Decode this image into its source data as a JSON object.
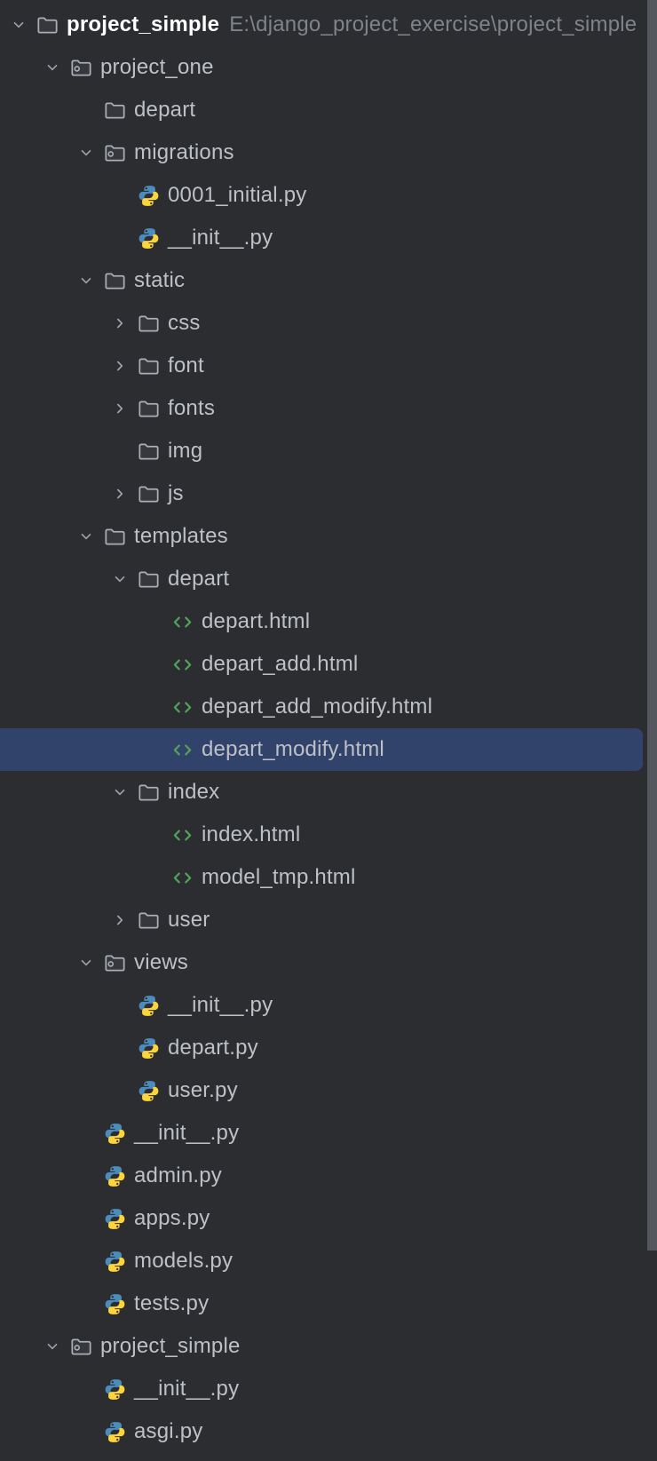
{
  "colors": {
    "background": "#2B2D31",
    "selection": "#32436B",
    "text": "#BDC0C5",
    "root_text": "#FFFFFF",
    "path_text": "#7F838A",
    "chevron": "#9DA1A8",
    "folder_stroke": "#A9ADB4",
    "folder_fill": "#36383D",
    "html_icon_green": "#57A05C",
    "python_blue": "#4B8BBE",
    "python_yellow": "#FFD43B",
    "scrollbar_thumb": "#54575D"
  },
  "tree": {
    "rows": [
      {
        "label": "project_simple",
        "level": 0,
        "icon": "folder",
        "chevron": "down",
        "bold": true,
        "annotation": "E:\\django_project_exercise\\project_simple"
      },
      {
        "label": "project_one",
        "level": 1,
        "icon": "package",
        "chevron": "down"
      },
      {
        "label": "depart",
        "level": 2,
        "icon": "folder",
        "chevron": "none"
      },
      {
        "label": "migrations",
        "level": 2,
        "icon": "package",
        "chevron": "down"
      },
      {
        "label": "0001_initial.py",
        "level": 3,
        "icon": "python",
        "chevron": "none"
      },
      {
        "label": "__init__.py",
        "level": 3,
        "icon": "python",
        "chevron": "none"
      },
      {
        "label": "static",
        "level": 2,
        "icon": "folder",
        "chevron": "down"
      },
      {
        "label": "css",
        "level": 3,
        "icon": "folder",
        "chevron": "right"
      },
      {
        "label": "font",
        "level": 3,
        "icon": "folder",
        "chevron": "right"
      },
      {
        "label": "fonts",
        "level": 3,
        "icon": "folder",
        "chevron": "right"
      },
      {
        "label": "img",
        "level": 3,
        "icon": "folder",
        "chevron": "none"
      },
      {
        "label": "js",
        "level": 3,
        "icon": "folder",
        "chevron": "right"
      },
      {
        "label": "templates",
        "level": 2,
        "icon": "folder",
        "chevron": "down"
      },
      {
        "label": "depart",
        "level": 3,
        "icon": "folder",
        "chevron": "down"
      },
      {
        "label": "depart.html",
        "level": 4,
        "icon": "html",
        "chevron": "none"
      },
      {
        "label": "depart_add.html",
        "level": 4,
        "icon": "html",
        "chevron": "none"
      },
      {
        "label": "depart_add_modify.html",
        "level": 4,
        "icon": "html",
        "chevron": "none"
      },
      {
        "label": "depart_modify.html",
        "level": 4,
        "icon": "html",
        "chevron": "none",
        "selected": true
      },
      {
        "label": "index",
        "level": 3,
        "icon": "folder",
        "chevron": "down"
      },
      {
        "label": "index.html",
        "level": 4,
        "icon": "html",
        "chevron": "none"
      },
      {
        "label": "model_tmp.html",
        "level": 4,
        "icon": "html",
        "chevron": "none"
      },
      {
        "label": "user",
        "level": 3,
        "icon": "folder",
        "chevron": "right"
      },
      {
        "label": "views",
        "level": 2,
        "icon": "package",
        "chevron": "down"
      },
      {
        "label": "__init__.py",
        "level": 3,
        "icon": "python",
        "chevron": "none"
      },
      {
        "label": "depart.py",
        "level": 3,
        "icon": "python",
        "chevron": "none"
      },
      {
        "label": "user.py",
        "level": 3,
        "icon": "python",
        "chevron": "none"
      },
      {
        "label": "__init__.py",
        "level": 2,
        "icon": "python",
        "chevron": "none"
      },
      {
        "label": "admin.py",
        "level": 2,
        "icon": "python",
        "chevron": "none"
      },
      {
        "label": "apps.py",
        "level": 2,
        "icon": "python",
        "chevron": "none"
      },
      {
        "label": "models.py",
        "level": 2,
        "icon": "python",
        "chevron": "none"
      },
      {
        "label": "tests.py",
        "level": 2,
        "icon": "python",
        "chevron": "none"
      },
      {
        "label": "project_simple",
        "level": 1,
        "icon": "package",
        "chevron": "down"
      },
      {
        "label": "__init__.py",
        "level": 2,
        "icon": "python",
        "chevron": "none"
      },
      {
        "label": "asgi.py",
        "level": 2,
        "icon": "python",
        "chevron": "none"
      }
    ]
  }
}
